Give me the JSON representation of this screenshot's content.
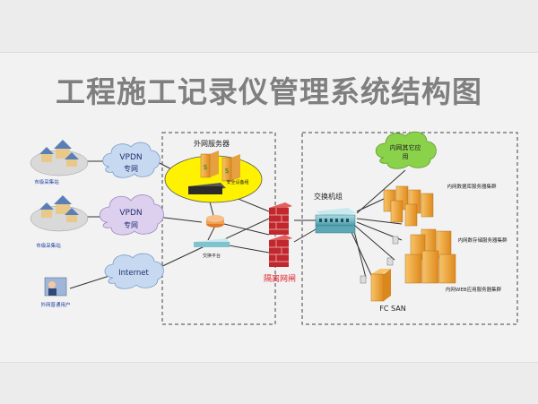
{
  "title": "工程施工记录仪管理系统结构图",
  "sites": {
    "site1_label": "市级采集站",
    "site2_label": "市级采集站",
    "user_label": "外网普通用户"
  },
  "clouds": {
    "vpdn1_line1": "VPDN",
    "vpdn1_line2": "专网",
    "vpdn2_line1": "VPDN",
    "vpdn2_line2": "专网",
    "internet": "Internet",
    "intranet_line1": "内网其它应",
    "intranet_line2": "用"
  },
  "outer_zone": {
    "server_label": "外网服务器",
    "security_device_label": "安全设备组",
    "switch_platform_label": "交换平台"
  },
  "gateway": {
    "label": "隔离网闸"
  },
  "inner_zone": {
    "switch_group_label": "交换机组",
    "db_cluster_label": "内网数据库服务器集群",
    "storage_cluster_label": "内网数存储服务器集群",
    "web_cluster_label": "内网WEB应用服务器集群",
    "fc_san_label": "FC SAN"
  },
  "colors": {
    "title": "#7f7f7f",
    "cloud_blue": "#c7d9f1",
    "cloud_purple": "#ddd0ee",
    "ellipse_yellow": "#fff200",
    "intranet_green": "#8ad24a",
    "server_orange": "#f0a830",
    "firewall_red": "#c0282d",
    "gateway_label": "#e0202a",
    "switch_teal": "#7dc4cf"
  }
}
